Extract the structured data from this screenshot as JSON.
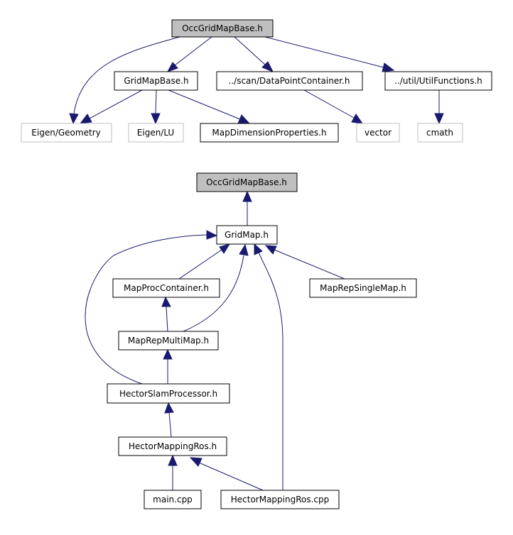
{
  "nodes": {
    "top_root": "OccGridMapBase.h",
    "gridmapbase": "GridMapBase.h",
    "scan_dpc": "../scan/DataPointContainer.h",
    "util_funcs": "../util/UtilFunctions.h",
    "eigen_geometry": "Eigen/Geometry",
    "eigen_lu": "Eigen/LU",
    "map_dim_props": "MapDimensionProperties.h",
    "vector": "vector",
    "cmath": "cmath",
    "bottom_root": "OccGridMapBase.h",
    "gridmap": "GridMap.h",
    "map_proc_container": "MapProcContainer.h",
    "map_rep_single": "MapRepSingleMap.h",
    "map_rep_multi": "MapRepMultiMap.h",
    "hector_slam_proc": "HectorSlamProcessor.h",
    "hector_mapping_ros_h": "HectorMappingRos.h",
    "main_cpp": "main.cpp",
    "hector_mapping_ros_cpp": "HectorMappingRos.cpp"
  },
  "colors": {
    "edge": "#191970",
    "focus_fill": "#bfbfbf",
    "external_border": "#bfbfbf",
    "border": "#000000"
  }
}
